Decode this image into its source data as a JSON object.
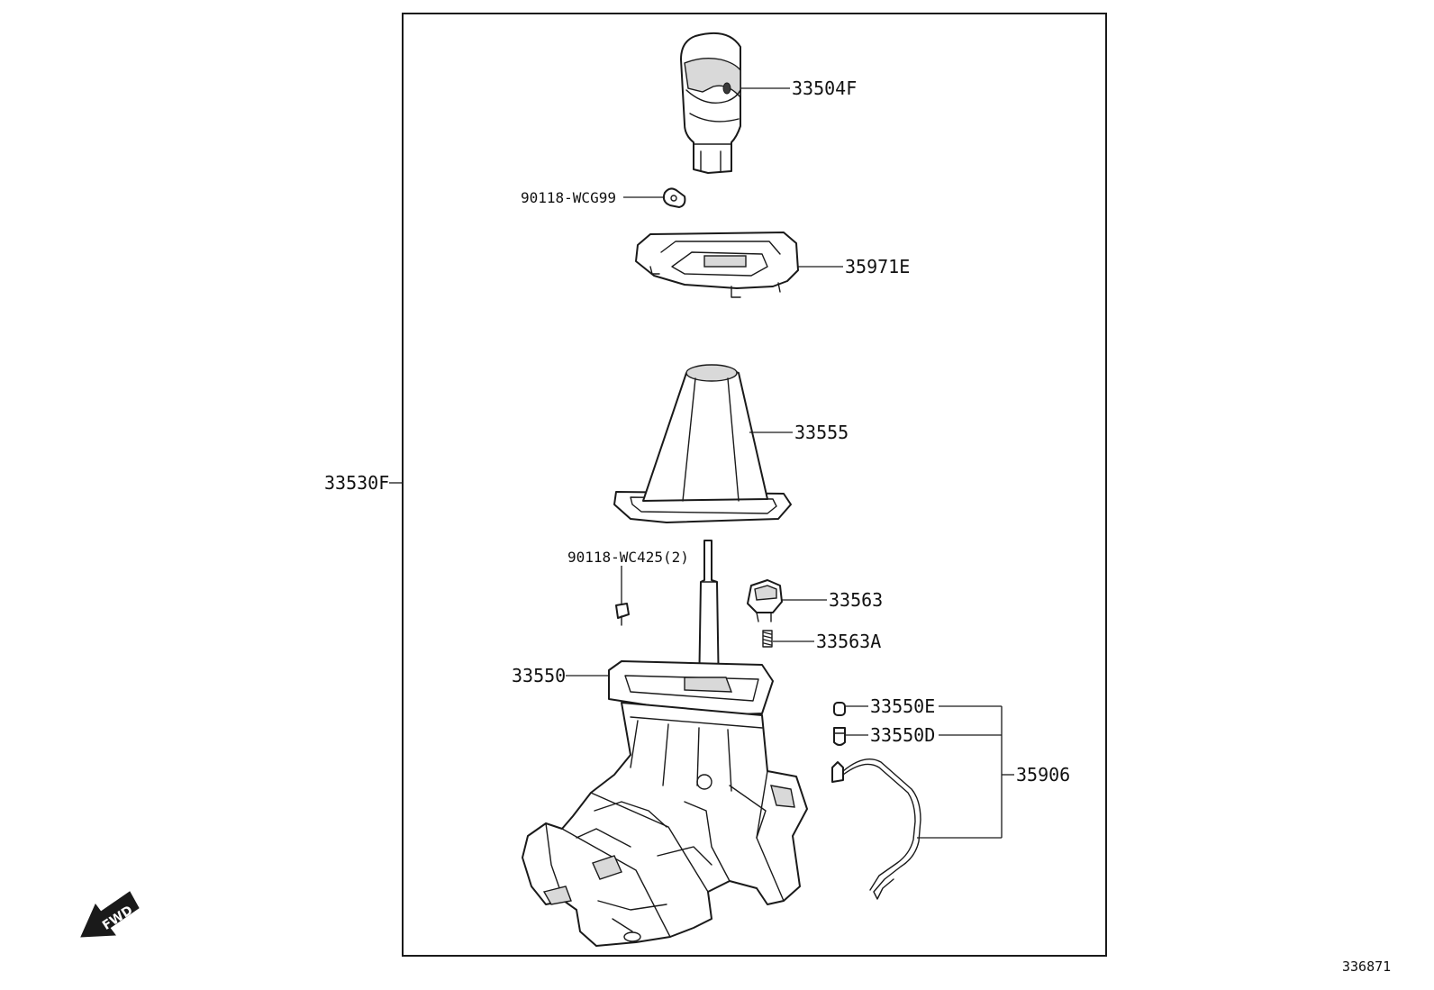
{
  "diagram_id": "336871",
  "fwd_arrow": {
    "text": "FWD",
    "icon": "fwd-arrow-icon"
  },
  "parts": {
    "shift_knob": "33504F",
    "knob_clip": "90118-WCG99",
    "bezel": "35971E",
    "boot": "33555",
    "assembly": "33530F",
    "bolt": "90118-WC425(2)",
    "switch": "33563",
    "spring": "33563A",
    "shift_lever_base": "33550",
    "cap_e": "33550E",
    "cap_d": "33550D",
    "wire_set": "35906"
  }
}
